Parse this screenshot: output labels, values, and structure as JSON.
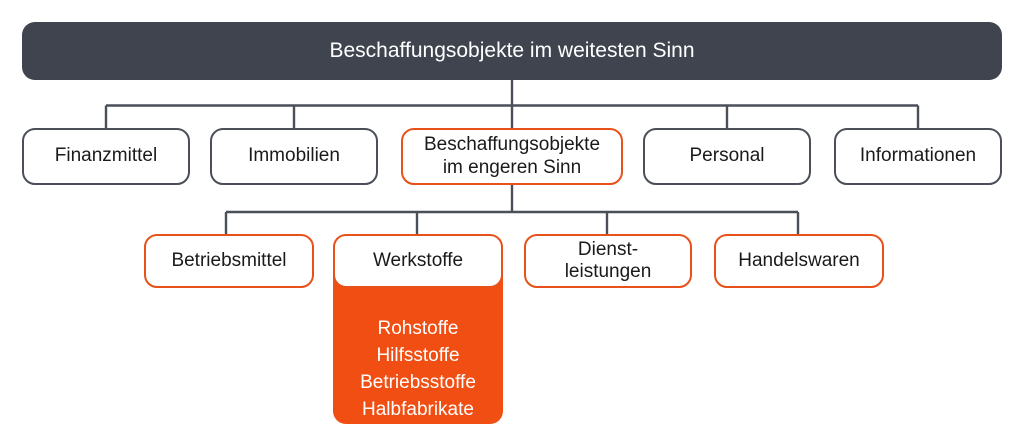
{
  "diagram": {
    "title": "Beschaffungsobjekte im weitesten Sinn",
    "colors": {
      "root_fill": "#3F444E",
      "root_text": "#FFFFFF",
      "plain_border": "#4A4F58",
      "accent_border": "#E8511A",
      "accent_fill": "#F04E12",
      "accent_fill_text": "#FFFFFF",
      "connector": "#4A4F58",
      "background": "#FFFFFF",
      "node_text": "#1A1A1A"
    },
    "root": {
      "label": "Beschaffungsobjekte im weitesten Sinn"
    },
    "level2": [
      {
        "label": "Finanzmittel"
      },
      {
        "label": "Immobilien"
      },
      {
        "label": "Beschaffungsobjekte\nim engeren Sinn"
      },
      {
        "label": "Personal"
      },
      {
        "label": "Informationen"
      }
    ],
    "level3": [
      {
        "label": "Betriebsmittel"
      },
      {
        "label": "Werkstoffe"
      },
      {
        "label": "Dienst-\nleistungen"
      },
      {
        "label": "Handelswaren"
      }
    ],
    "detail_panel": {
      "items": "Rohstoffe\nHilfsstoffe\nBetriebsstoffe\nHalbfabrikate"
    }
  }
}
